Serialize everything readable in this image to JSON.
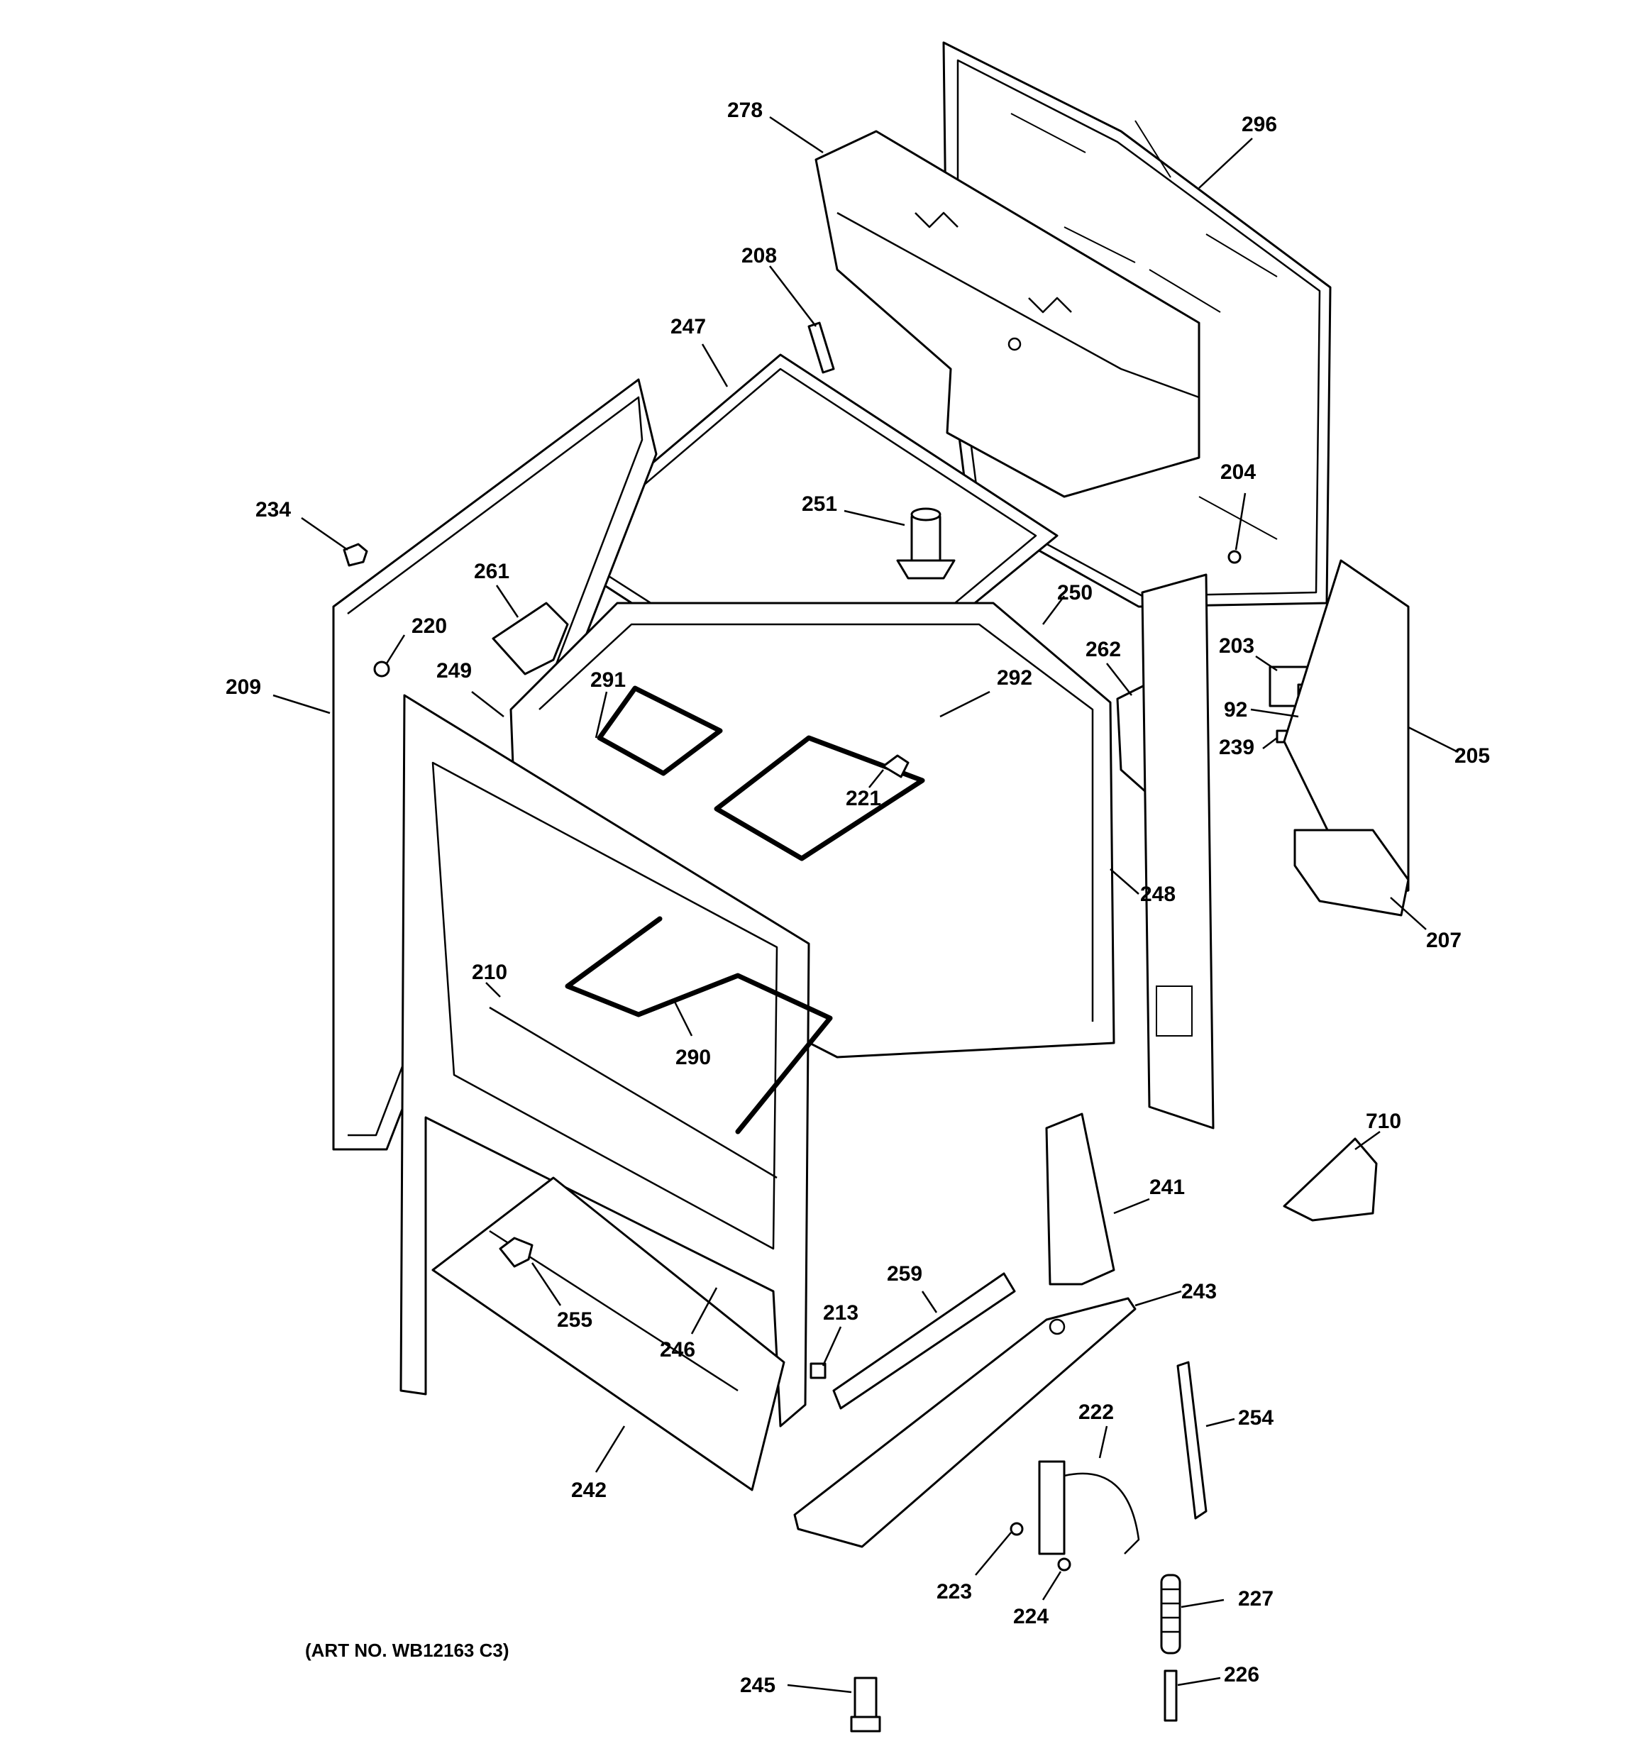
{
  "art_number": "(ART NO. WB12163 C3)",
  "callouts": {
    "c278": "278",
    "c296": "296",
    "c208": "208",
    "c247": "247",
    "c251": "251",
    "c234": "234",
    "c261": "261",
    "c250": "250",
    "c204": "204",
    "c220": "220",
    "c209": "209",
    "c249": "249",
    "c291": "291",
    "c292": "292",
    "c262": "262",
    "c203": "203",
    "c92": "92",
    "c239": "239",
    "c205": "205",
    "c221": "221",
    "c248": "248",
    "c207": "207",
    "c210": "210",
    "c290": "290",
    "c710": "710",
    "c241": "241",
    "c259": "259",
    "c243": "243",
    "c255": "255",
    "c213": "213",
    "c246": "246",
    "c222": "222",
    "c254": "254",
    "c242": "242",
    "c223": "223",
    "c227": "227",
    "c224": "224",
    "c245": "245",
    "c226": "226"
  }
}
